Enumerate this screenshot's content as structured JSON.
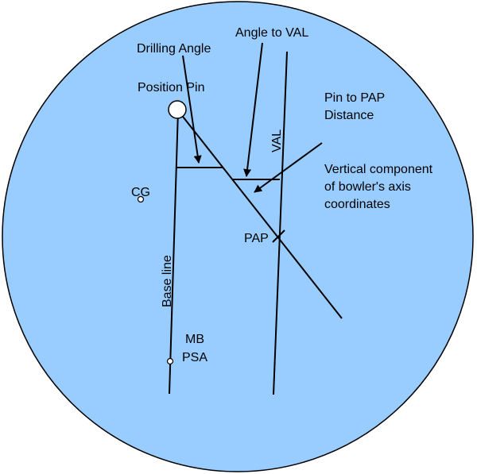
{
  "labels": {
    "drilling_angle": "Drilling Angle",
    "angle_to_val": "Angle to VAL",
    "position_pin": "Position Pin",
    "pin_to_pap": [
      "Pin to PAP",
      "Distance"
    ],
    "val": "VAL",
    "vertical_component": [
      "Vertical component",
      "of bowler's axis",
      "coordinates"
    ],
    "cg": "CG",
    "pap": "PAP",
    "base_line": "Base line",
    "mb": "MB",
    "psa": "PSA"
  },
  "colors": {
    "ball_fill": "#99ccff",
    "stroke": "#000000",
    "pin_fill": "#ffffff"
  }
}
